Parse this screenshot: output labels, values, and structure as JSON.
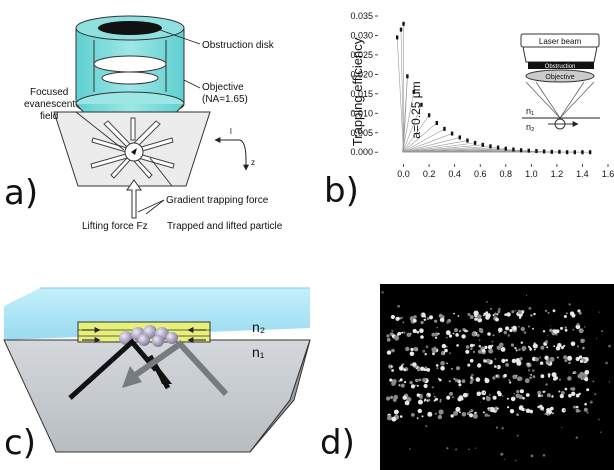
{
  "panel_a": {
    "letter": "a)",
    "labels": {
      "obstruction_disk": "Obstruction disk",
      "objective": "Objective",
      "na": "(NA=1.65)",
      "focused_1": "Focused",
      "focused_2": "evanescent",
      "focused_3": "field",
      "gradient_force": "Gradient trapping force",
      "lifting_force": "Lifting force Fz",
      "trapped_particle": "Trapped and lifted particle",
      "axis_l": "l",
      "axis_z": "z"
    }
  },
  "panel_b": {
    "letter": "b)",
    "ylabel": "Trapping efficiency",
    "annotation": "a=0.25 μm",
    "inset": {
      "laser_beam": "Laser beam",
      "obstruction": "Obstruction",
      "objective": "Objective",
      "n1": "n₁",
      "n2": "n₂"
    }
  },
  "panel_c": {
    "letter": "c)",
    "n2": "n₂",
    "n1": "n₁"
  },
  "panel_d": {
    "letter": "d)"
  },
  "chart_data": {
    "type": "scatter",
    "ylabel": "Trapping efficiency",
    "xlim": [
      -0.2,
      1.6
    ],
    "ylim": [
      -0.002,
      0.035
    ],
    "x_ticks": [
      "0.0",
      "0.2",
      "0.4",
      "0.6",
      "0.8",
      "1.0",
      "1.2",
      "1.4",
      "1.6"
    ],
    "y_ticks": [
      "0.000",
      "0.005",
      "0.010",
      "0.015",
      "0.020",
      "0.025",
      "0.030",
      "0.035"
    ],
    "x": [
      -0.05,
      -0.02,
      0.0,
      0.03,
      0.08,
      0.14,
      0.2,
      0.26,
      0.32,
      0.38,
      0.44,
      0.5,
      0.56,
      0.62,
      0.68,
      0.74,
      0.8,
      0.86,
      0.92,
      0.98,
      1.04,
      1.1,
      1.16,
      1.22,
      1.28,
      1.34,
      1.4,
      1.46
    ],
    "y": [
      0.0295,
      0.0315,
      0.033,
      0.0195,
      0.0155,
      0.0122,
      0.0095,
      0.0075,
      0.006,
      0.0048,
      0.0038,
      0.003,
      0.0024,
      0.0019,
      0.0015,
      0.0012,
      0.0009,
      0.0007,
      0.0005,
      0.0004,
      0.0003,
      0.0002,
      0.0001,
      0.0001,
      0.0,
      0.0,
      0.0,
      0.0
    ]
  }
}
